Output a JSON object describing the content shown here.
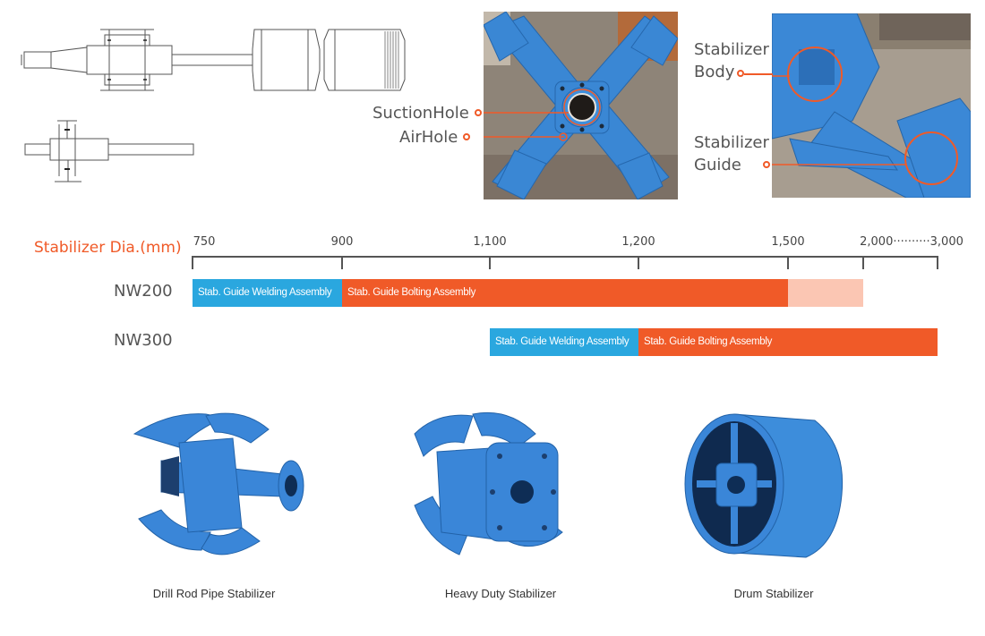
{
  "colors": {
    "orange": "#f05a28",
    "blue": "#2aa7df",
    "light_orange": "#fbc6b3",
    "stabilizer_blue": "#3a86d8"
  },
  "photos": {
    "center": {
      "callouts": [
        {
          "label": "SuctionHole"
        },
        {
          "label": "AirHole"
        }
      ]
    },
    "right": {
      "callouts": [
        {
          "label": "Stabilizer\nBody"
        },
        {
          "label": "Stabilizer\nGuide"
        }
      ]
    }
  },
  "chart_data": {
    "type": "table",
    "title": "Stabilizer Dia.(mm)",
    "axis_ticks": [
      "750",
      "900",
      "1,100",
      "1,200",
      "1,500",
      "2,000··········3,000"
    ],
    "rows": [
      {
        "name": "NW200",
        "segments": [
          {
            "label": "Stab. Guide Welding Assembly",
            "from": "750",
            "to": "900",
            "color": "blue"
          },
          {
            "label": "Stab. Guide Bolting Assembly",
            "from": "900",
            "to": "1,500",
            "color": "orange"
          },
          {
            "label": "",
            "from": "1,500",
            "to": "2,000",
            "color": "light_orange"
          }
        ]
      },
      {
        "name": "NW300",
        "segments": [
          {
            "label": "Stab. Guide Welding Assembly",
            "from": "1,100",
            "to": "1,200",
            "color": "blue"
          },
          {
            "label": "Stab. Guide Bolting Assembly",
            "from": "1,200",
            "to": "3,000",
            "color": "orange"
          }
        ]
      }
    ]
  },
  "products": [
    {
      "caption": "Drill Rod Pipe Stabilizer",
      "icon": "drill-rod-pipe-stabilizer"
    },
    {
      "caption": "Heavy Duty Stabilizer",
      "icon": "heavy-duty-stabilizer"
    },
    {
      "caption": "Drum Stabilizer",
      "icon": "drum-stabilizer"
    }
  ]
}
